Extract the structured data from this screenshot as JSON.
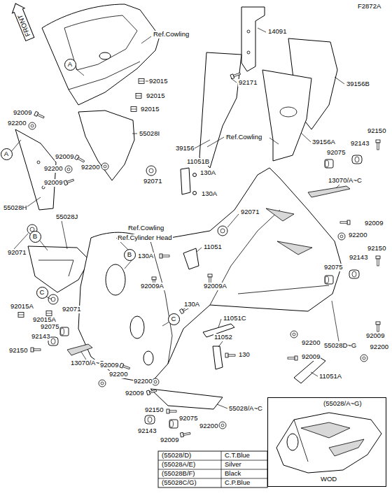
{
  "diagram": {
    "nodes": [
      {
        "text": [
          "FRONT"
        ]
      },
      {
        "text": [
          "A"
        ]
      },
      {
        "text": [
          "A"
        ]
      },
      {
        "text": [
          "B"
        ]
      },
      {
        "text": [
          "B"
        ]
      },
      {
        "text": [
          "C"
        ]
      },
      {
        "text": [
          "C"
        ]
      },
      {
        "text": [
          "(55028/A~G)",
          "WOD"
        ]
      }
    ],
    "labels": [
      "F2872A",
      "14091",
      "Ref.Cowling",
      "92015",
      "92171",
      "39156B",
      "92015",
      "92015",
      "92009",
      "92200",
      "55028I",
      "92150",
      "Ref.Cowling",
      "92143",
      "39156A",
      "39156",
      "92075",
      "92009",
      "92200",
      "92200",
      "92009",
      "11051B",
      "92071",
      "130A",
      "13070/A~C",
      "130A",
      "55028H",
      "55028J",
      "92071",
      "92009",
      "92200",
      "Ref.Cowling",
      "Ref.Cylinder Head",
      "11051",
      "92150",
      "92071",
      "130A",
      "92143",
      "92075",
      "92009A",
      "92009A",
      "130A",
      "92015A",
      "92071",
      "92015A",
      "11051C",
      "92075",
      "92143",
      "92009",
      "11052",
      "92200",
      "55028D~G",
      "92200",
      "92150",
      "130",
      "92009",
      "13070/A~C",
      "92009",
      "92200",
      "11051A",
      "92200",
      "92009",
      "55028/A~C",
      "92150",
      "92075",
      "92200",
      "92143",
      "92009",
      "(55028/D)",
      "C.T.Blue",
      "(55028A/E)",
      "Silver",
      "(55028B/F)",
      "Black",
      "(55028C/G)",
      "C.P.Blue"
    ]
  }
}
